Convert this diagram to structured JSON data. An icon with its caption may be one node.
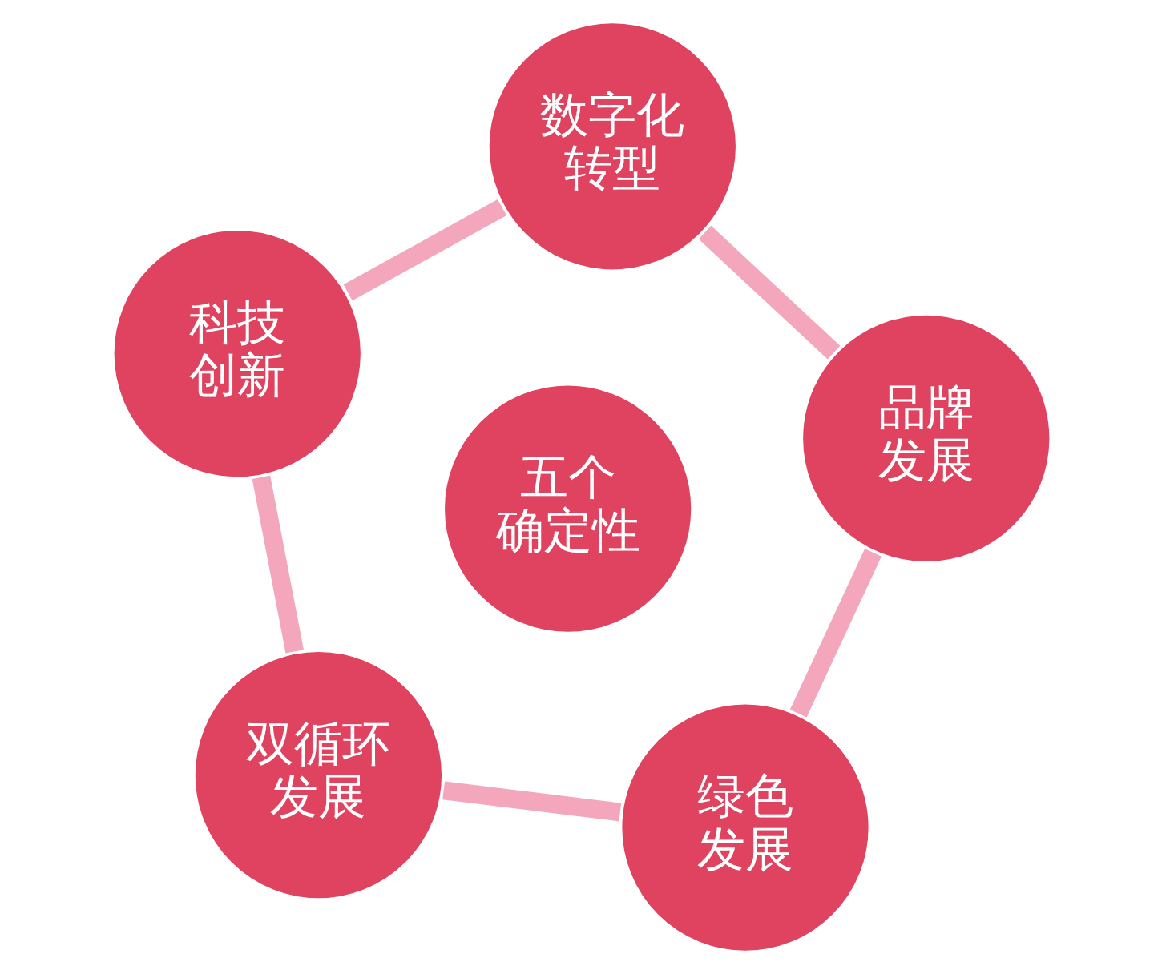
{
  "diagram": {
    "nodes": [
      {
        "text": [
          "双循环发展"
        ]
      },
      {
        "text": [
          "绿色发展"
        ]
      },
      {
        "text": [
          "五个确定性"
        ]
      },
      {
        "text": [
          "科技创新"
        ]
      },
      {
        "text": [
          "品牌发展"
        ]
      },
      {
        "text": [
          "数字化转型"
        ]
      }
    ],
    "edges": [
      {
        "from": 0,
        "to": 3,
        "arrow": "none"
      },
      {
        "from": 3,
        "to": 5,
        "arrow": "none"
      },
      {
        "from": 5,
        "to": 4,
        "arrow": "none"
      },
      {
        "from": 4,
        "to": 1,
        "arrow": "none"
      },
      {
        "from": 1,
        "to": 0,
        "arrow": "none"
      }
    ]
  }
}
